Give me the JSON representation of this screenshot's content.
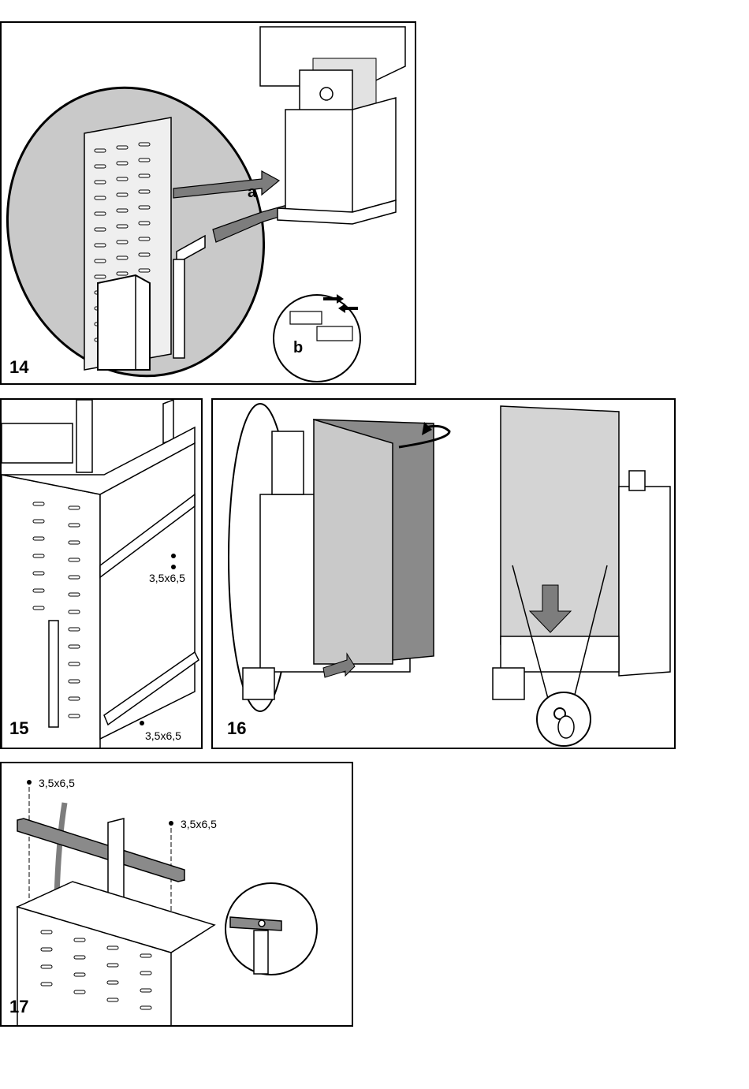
{
  "steps": [
    {
      "number": "14",
      "callouts": {
        "a": "a",
        "b": "b"
      }
    },
    {
      "number": "15",
      "screw_label_top": "3,5x6,5",
      "screw_label_bottom": "3,5x6,5"
    },
    {
      "number": "16"
    },
    {
      "number": "17",
      "screw_label_left": "3,5x6,5",
      "screw_label_right": "3,5x6,5"
    }
  ],
  "colors": {
    "line": "#000000",
    "panel_gray": "#c9c9c9",
    "dark_gray": "#7d7d7d",
    "light_gray": "#e2e2e2"
  }
}
